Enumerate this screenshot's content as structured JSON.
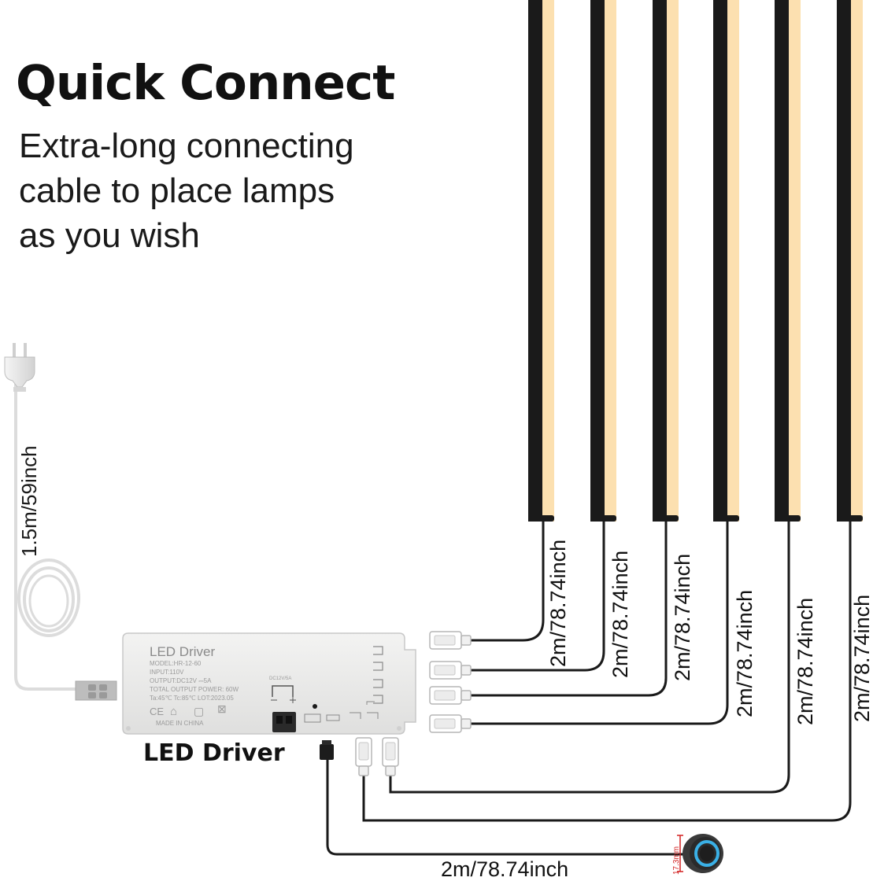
{
  "header": {
    "title": "Quick Connect",
    "subtitle_lines": [
      "Extra-long connecting",
      "cable to place lamps",
      "as you wish"
    ]
  },
  "power_cable": {
    "length_label": "1.5m/59inch"
  },
  "driver": {
    "caption": "LED Driver",
    "label_title": "LED Driver",
    "label_lines": [
      "MODEL:HR-12-60",
      "INPUT:110V",
      "OUTPUT:DC12V ⎓5A",
      "TOTAL OUTPUT POWER: 60W",
      "Ta:45℃   Tc:85℃   LOT:2023.05",
      "MADE IN CHINA"
    ],
    "cert_marks": [
      "CE",
      "⌂",
      "▢",
      "⊠"
    ],
    "panel_label": "DC12V/5A"
  },
  "strip_cables": {
    "length_labels": [
      "2m/78.74inch",
      "2m/78.74inch",
      "2m/78.74inch",
      "2m/78.74inch",
      "2m/78.74inch",
      "2m/78.74inch"
    ]
  },
  "switch_cable": {
    "length_label": "2m/78.74inch",
    "switch_size_label": "17.3mm"
  },
  "colors": {
    "strip_light": "#fce0b0",
    "strip_body": "#1a1a1a",
    "wire": "#1a1a1a",
    "power_cord": "#dcdcdc",
    "driver_case": "#ececeb",
    "switch_ring": "#3ab0e6"
  }
}
